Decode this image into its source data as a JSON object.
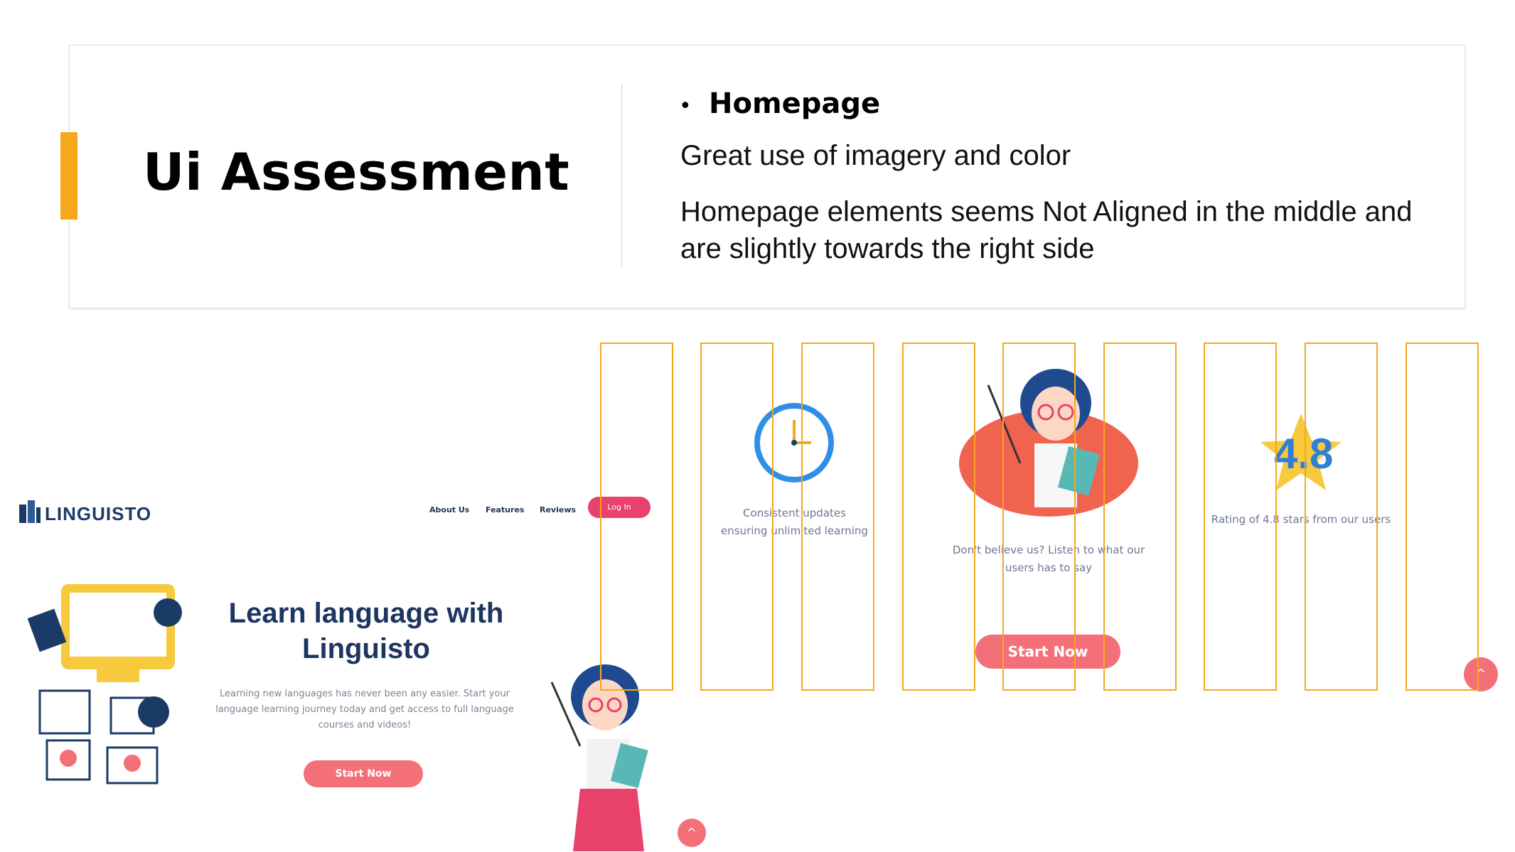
{
  "slide": {
    "title": "Ui Assessment",
    "bullet_heading": "Homepage",
    "line1": "Great use of imagery and color",
    "line2": "Homepage elements seems Not Aligned in the middle and are slightly towards the right side",
    "accent_color": "#f5a81c"
  },
  "screenshot": {
    "logo": "LINGUISTO",
    "nav": [
      "About Us",
      "Features",
      "Reviews"
    ],
    "login_label": "Log In",
    "hero_title": "Learn language with Linguisto",
    "hero_subtitle": "Learning new languages has never been any easier. Start your language learning journey today and get access to full language courses and videos!",
    "hero_button": "Start Now",
    "brand_color": "#f47079"
  },
  "crop": {
    "feature_updates": "Consistent updates ensuring unlimited learning",
    "feature_reviews": "Don't believe us? Listen to what our users has to say",
    "start_button": "Start Now",
    "rating_value": "4.8",
    "rating_text": "Rating of 4.8 stars from our users"
  }
}
